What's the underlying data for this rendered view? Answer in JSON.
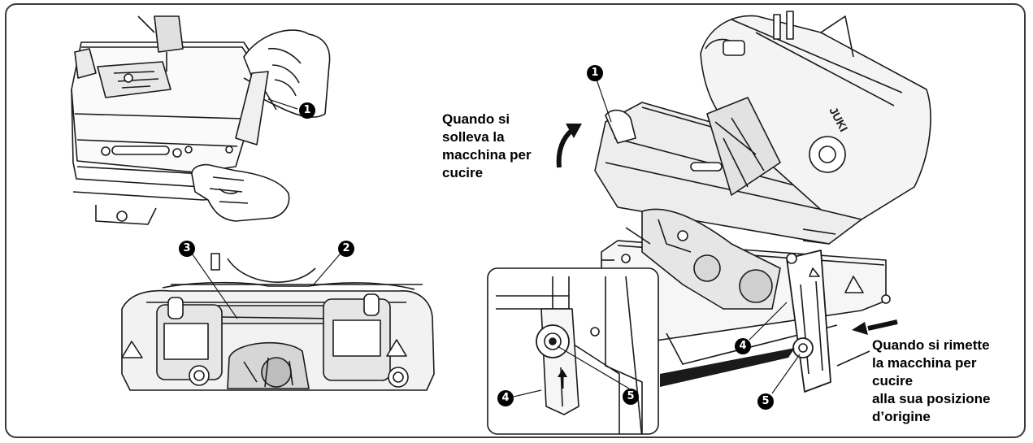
{
  "captions": {
    "lift": [
      "Quando si",
      "solleva la",
      "macchina per",
      "cucire"
    ],
    "return": [
      "Quando si rimette",
      "la macchina per",
      "cucire",
      "alla sua posizione",
      "d’origine"
    ]
  },
  "markers": {
    "m1": "1",
    "m2": "2",
    "m3": "3",
    "m4": "4",
    "m5": "5"
  },
  "brand": "JUKI",
  "colors": {
    "line": "#1a1a1a",
    "frame": "#3a3a3a",
    "fill_light": "#f2f2f2",
    "fill_mid": "#d9d9d9",
    "fill_dark": "#2a2a2a"
  }
}
